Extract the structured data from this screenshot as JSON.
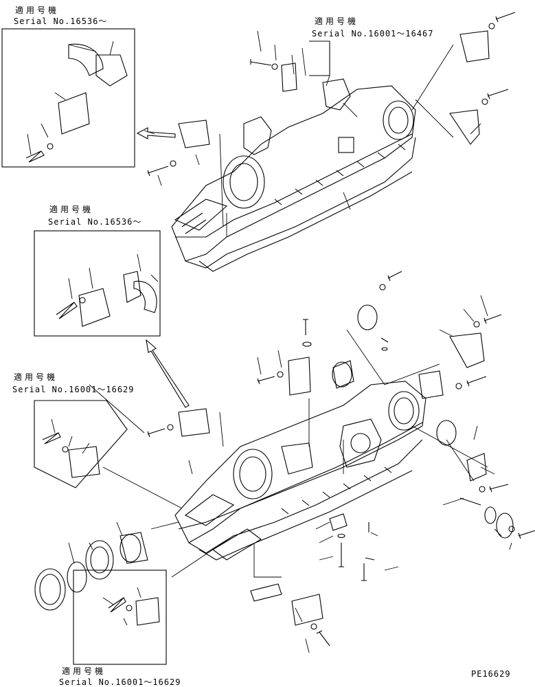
{
  "callouts": {
    "top_left": {
      "jp": "適用号機",
      "serial": "Serial No.16536～"
    },
    "top_center": {
      "jp": "適用号機",
      "serial": "Serial No.16001～16467"
    },
    "mid_left": {
      "jp": "適用号機",
      "serial": "Serial No.16536～"
    },
    "lower_left": {
      "jp": "適用号機",
      "serial": "Serial No.16001～16629"
    },
    "bottom": {
      "jp": "適用号機",
      "serial": "Serial No.16001～16629"
    }
  },
  "drawing_code": "PE16629"
}
